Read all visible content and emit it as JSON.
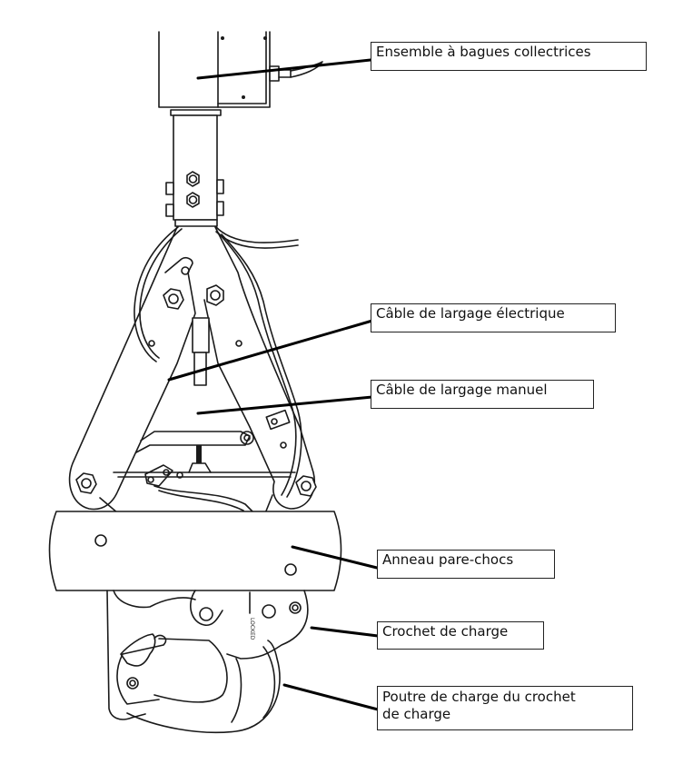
{
  "diagram": {
    "subject": "Hook assembly exploded/labeled view",
    "colors": {
      "line": "#1a1a1a",
      "leader": "#000000",
      "background": "#ffffff",
      "label_border": "#222222"
    },
    "labels": [
      {
        "id": "slip-ring-assembly",
        "text": "Ensemble à bagues collectrices"
      },
      {
        "id": "electric-release-cable",
        "text": "Câble de largage électrique"
      },
      {
        "id": "manual-release-cable",
        "text": "Câble de largage manuel"
      },
      {
        "id": "bumper-ring",
        "text": "Anneau pare-chocs"
      },
      {
        "id": "load-hook",
        "text": "Crochet de charge"
      },
      {
        "id": "load-hook-load-beam",
        "text": "Poutre de charge du crochet\nde charge"
      }
    ],
    "engraving": "LOCKED"
  }
}
